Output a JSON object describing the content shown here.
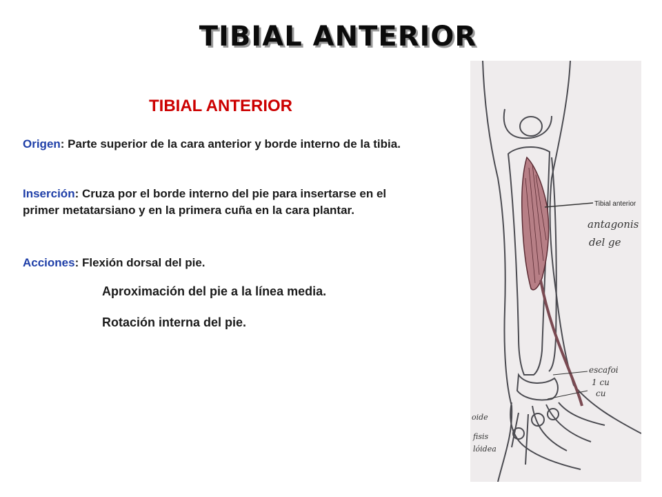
{
  "slide": {
    "title": "TIBIAL ANTERIOR",
    "subtitle": "TIBIAL ANTERIOR",
    "origen": {
      "label": "Origen",
      "text": ": Parte superior de la cara anterior y borde interno de la tibia."
    },
    "insercion": {
      "label": "Inserción",
      "text": ": Cruza por el borde interno del pie para insertarse en el primer metatarsiano y en la primera cuña en la cara plantar."
    },
    "acciones": {
      "label": "Acciones",
      "text": ": Flexión dorsal del pie.",
      "item2": "Aproximación del pie a la línea media.",
      "item3": "Rotación interna del pie."
    },
    "illustration": {
      "muscle_label": "Tibial anterior",
      "handwritten_1": "antagonis",
      "handwritten_2": "del ge",
      "handwritten_3": "escafoi",
      "handwritten_4": "1 cu",
      "handwritten_5": "cu",
      "handwritten_6": "oide",
      "handwritten_7": "fisis",
      "handwritten_8": "lóidea",
      "muscle_color": "#b77f86",
      "paper_color": "#efeced",
      "ink_color": "#4a4a50"
    },
    "colors": {
      "title": "#0b0b0b",
      "subtitle": "#cc0000",
      "label": "#1f3fa8",
      "text": "#1a1a1a"
    }
  }
}
